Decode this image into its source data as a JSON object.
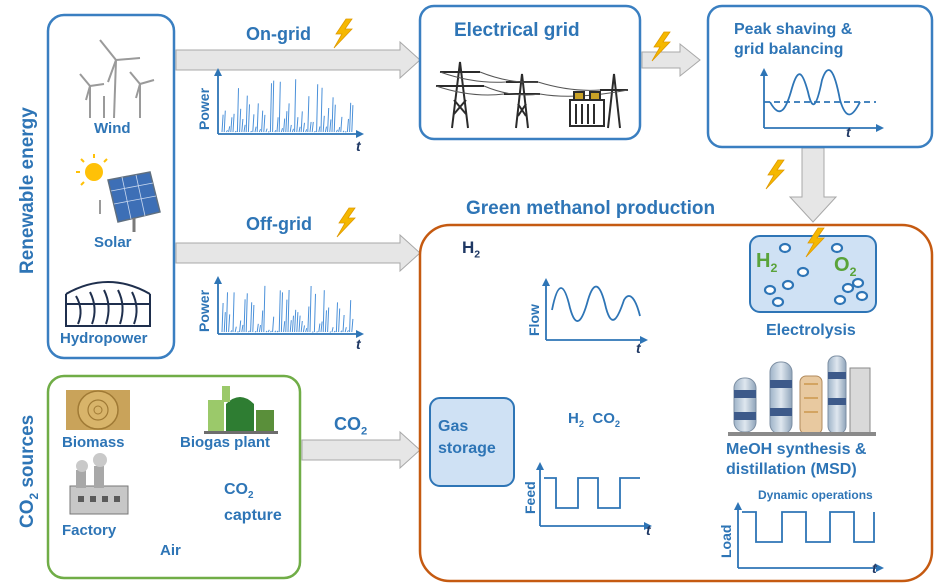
{
  "side_labels": {
    "renewable": "Renewable energy",
    "co2_sources_main": "CO",
    "co2_sources_sub": "2",
    "co2_sources_rest": " sources"
  },
  "renewables": {
    "wind": "Wind",
    "solar": "Solar",
    "hydro": "Hydropower"
  },
  "arrows": {
    "on_grid": "On-grid",
    "off_grid": "Off-grid",
    "co2_main": "CO",
    "co2_sub": "2"
  },
  "mini_plots": {
    "power_ylabel": "Power",
    "time_label": "t",
    "flow_ylabel": "Flow",
    "feed_ylabel": "Feed",
    "load_ylabel": "Load"
  },
  "grid": {
    "electrical_grid": "Electrical grid",
    "peak_shaving_line1": "Peak shaving &",
    "peak_shaving_line2": "grid balancing"
  },
  "production": {
    "title": "Green methanol production",
    "h2_main": "H",
    "h2_sub": "2",
    "o2_main": "O",
    "o2_sub": "2",
    "electrolysis": "Electrolysis",
    "gas_storage_line1": "Gas",
    "gas_storage_line2": "storage",
    "feed_h2_main": "H",
    "feed_h2_sub": "2",
    "feed_co2_main": "CO",
    "feed_co2_sub": "2",
    "meoh_line1": "MeOH synthesis &",
    "meoh_line2": "distillation (MSD)",
    "dynamic_ops": "Dynamic operations"
  },
  "co2_box": {
    "biomass": "Biomass",
    "biogas": "Biogas plant",
    "factory": "Factory",
    "air": "Air",
    "capture_main": "CO",
    "capture_sub": "2",
    "capture_line2": "capture"
  },
  "colors": {
    "blue_border": "#3a7fc1",
    "green_border": "#70ad47",
    "orange_border": "#c55a11",
    "text_blue": "#2e75b6",
    "arrow_gray": "#e3e3e3",
    "lightning": "#f5b800"
  },
  "icons": [
    "lightning-icon",
    "wind-turbine-icon",
    "solar-panel-icon",
    "hydropower-icon",
    "pylon-icon",
    "transformer-icon",
    "hay-bale-icon",
    "biogas-plant-icon",
    "factory-icon",
    "methanol-plant-icon"
  ]
}
